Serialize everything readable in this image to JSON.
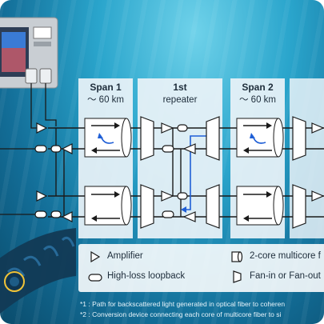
{
  "columns": {
    "span1": {
      "title": "Span 1",
      "distance": "〜 60 km"
    },
    "repeater": {
      "title": "1st",
      "subtitle": "repeater"
    },
    "span2": {
      "title": "Span 2",
      "distance": "〜 60 km"
    }
  },
  "legend": {
    "amplifier": "Amplifier",
    "loopback": "High-loss loopback",
    "multicore": "2-core multicore f",
    "fan": "Fan-in or Fan-out"
  },
  "notes": [
    "*1 : Path for backscattered light generated in optical fiber to coheren",
    "*2 : Conversion device connecting each core of multicore fiber to si"
  ],
  "colors": {
    "panel": "#e9f2f8",
    "line": "#1a1a1a",
    "path_highlight": "#1f5fd6",
    "background_sea": "#1b88b5"
  }
}
